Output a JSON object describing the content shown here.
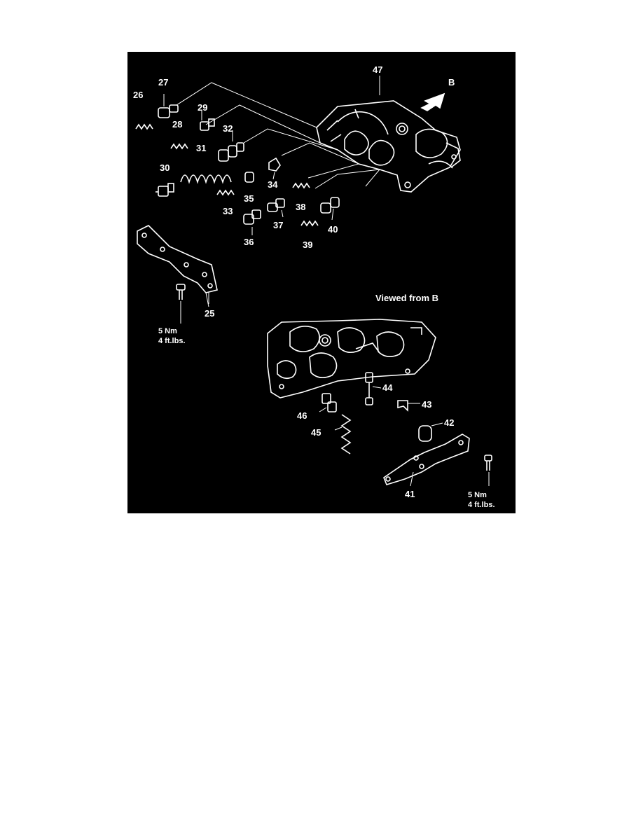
{
  "diagram": {
    "direction_label": "B",
    "view_caption": "Viewed from B",
    "torque_note_left": {
      "line1": "5 Nm",
      "line2": "4 ft.lbs."
    },
    "torque_note_right": {
      "line1": "5 Nm",
      "line2": "4 ft.lbs."
    },
    "callouts": {
      "c25": "25",
      "c26": "26",
      "c27": "27",
      "c28": "28",
      "c29": "29",
      "c30": "30",
      "c31": "31",
      "c32": "32",
      "c33": "33",
      "c34": "34",
      "c35": "35",
      "c36": "36",
      "c37": "37",
      "c38": "38",
      "c39": "39",
      "c40": "40",
      "c41": "41",
      "c42": "42",
      "c43": "43",
      "c44": "44",
      "c45": "45",
      "c46": "46",
      "c47": "47"
    },
    "colors": {
      "background": "#000000",
      "ink": "#ffffff",
      "page": "#ffffff"
    }
  }
}
